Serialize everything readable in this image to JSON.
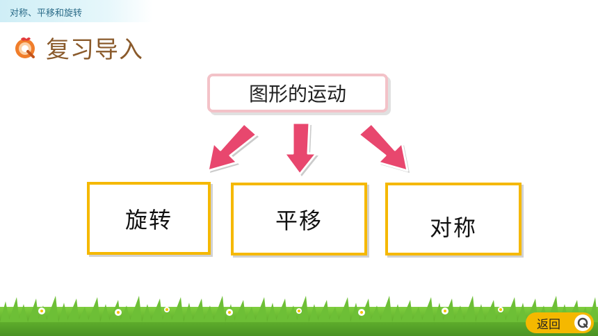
{
  "header": {
    "breadcrumb": "对称、平移和旋转"
  },
  "section": {
    "title": "复习导入"
  },
  "main": {
    "topic": "图形的运动",
    "cards": [
      {
        "label": "旋转"
      },
      {
        "label": "平移"
      },
      {
        "label": "对称"
      }
    ]
  },
  "nav": {
    "back_label": "返回"
  },
  "colors": {
    "card_border": "#f5b800",
    "arrow_fill": "#e8476e",
    "topic_border": "#f3c2c8",
    "title_text": "#8a5a2b",
    "grass": "#6dbf36"
  },
  "icons": [
    "q-logo-icon",
    "arrow-left-down-icon",
    "arrow-down-icon",
    "arrow-right-down-icon",
    "flower-icon"
  ]
}
